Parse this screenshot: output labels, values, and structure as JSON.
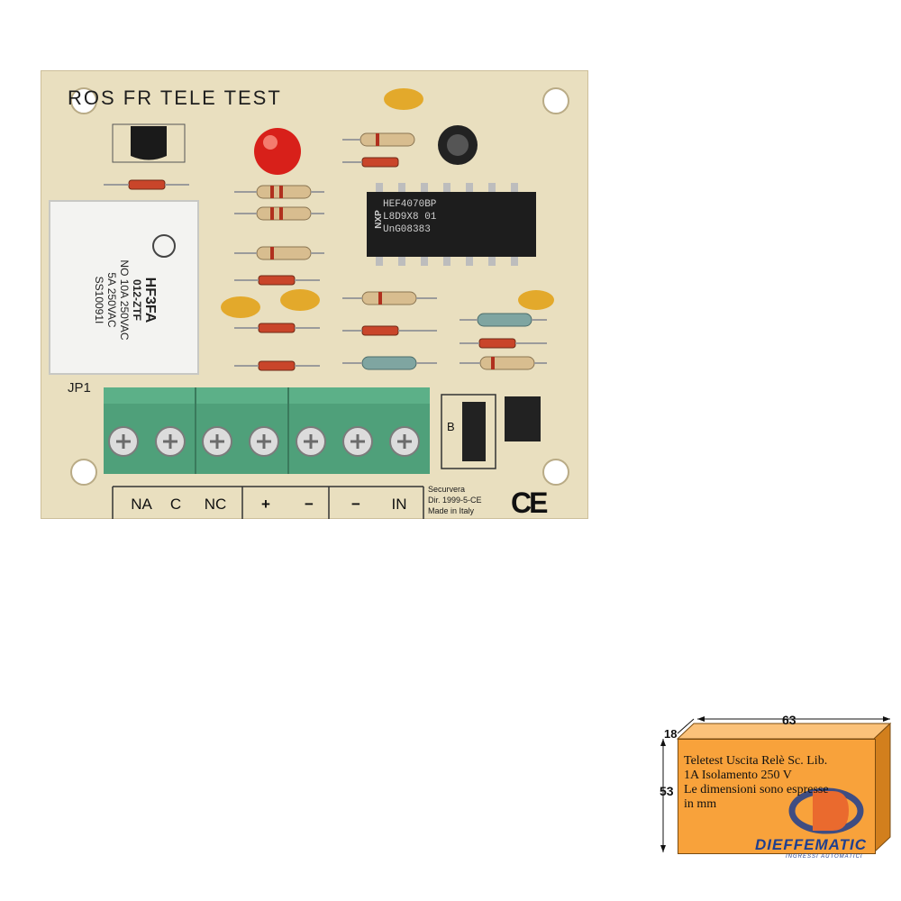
{
  "board": {
    "title": "ROS FR TELE TEST",
    "jp1_label": "JP1",
    "jumper_label": "B",
    "terminal_labels": [
      "NA",
      "C",
      "NC",
      "+",
      "−",
      "−",
      "IN"
    ],
    "certification": [
      "Securvera",
      "Dir. 1999-5-CE",
      "Made in Italy"
    ],
    "ce_mark": "CE",
    "ic_marking": [
      "HEF4070BP",
      "L8D9X8 01",
      "UnG08383"
    ],
    "ic_logo": "NXP",
    "relay_marking": [
      "HF3FA",
      "012-ZTF",
      "NO 10A 250VAC",
      "5A 250VAC",
      "SS10091I"
    ]
  },
  "spec": {
    "lines": [
      "Teletest Uscita Relè Sc. Lib.",
      "1A Isolamento 250 V",
      "Le dimensioni sono espresse",
      "in mm"
    ],
    "width": "63",
    "depth": "18",
    "height": "53",
    "brand": "DIEFFEMATIC",
    "brand_sub": "INGRESSI AUTOMATICI",
    "box_color": "#f8a23b"
  }
}
